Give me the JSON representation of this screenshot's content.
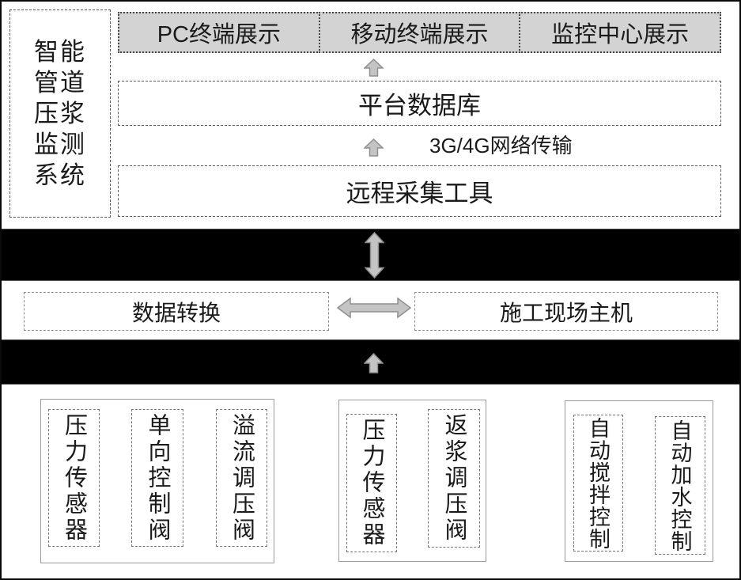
{
  "system": {
    "title": "智能管道压浆监测系统"
  },
  "top": {
    "terminals": [
      {
        "label": "PC终端展示"
      },
      {
        "label": "移动终端展示"
      },
      {
        "label": "监控中心展示"
      }
    ],
    "platform_db_label": "平台数据库",
    "network_label": "3G/4G网络传输",
    "remote_collect_label": "远程采集工具"
  },
  "middle": {
    "data_convert_label": "数据转换",
    "site_host_label": "施工现场主机"
  },
  "bottom": {
    "groups": [
      {
        "items": [
          "压力传感器",
          "单向控制阀",
          "溢流调压阀"
        ]
      },
      {
        "items": [
          "压力传感器",
          "返浆调压阀"
        ]
      },
      {
        "items": [
          "自动搅拌控制",
          "自动加水控制"
        ]
      }
    ]
  },
  "icons": {
    "up_arrow": "⬆",
    "vertical_double_arrow": "⬍",
    "horizontal_double_arrow": "⬌"
  },
  "colors": {
    "terminal_header_bg": "#d3d3d3",
    "band_bg": "#000000",
    "arrow_fill": "#c4c4c4",
    "arrow_stroke": "#8f8f8f",
    "text": "#1a1a1a"
  }
}
